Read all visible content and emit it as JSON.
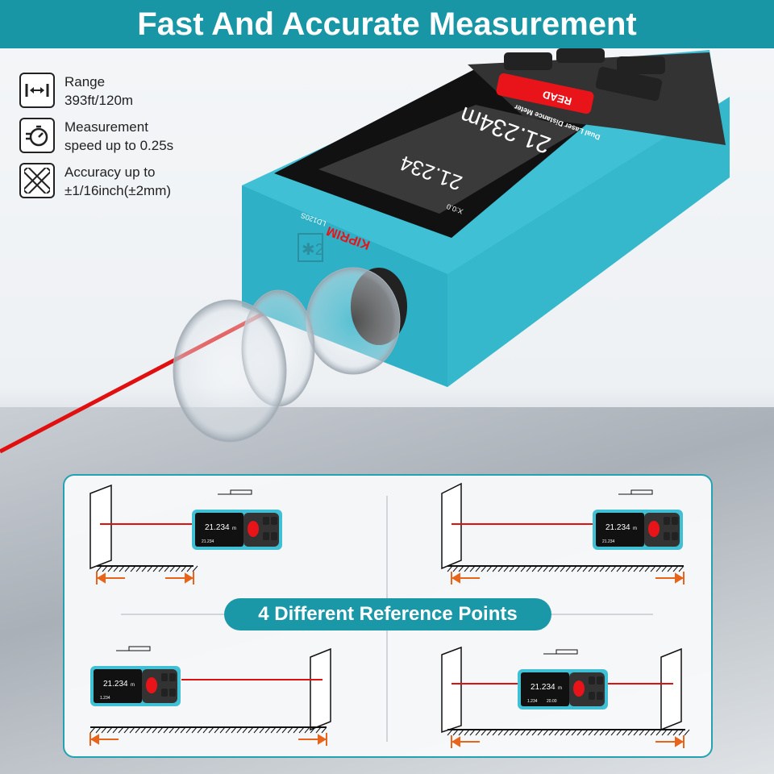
{
  "header": {
    "title": "Fast And Accurate Measurement"
  },
  "features": [
    {
      "icon": "range-arrows-icon",
      "line1": "Range",
      "line2": "393ft/120m"
    },
    {
      "icon": "stopwatch-icon",
      "line1": "Measurement",
      "line2": "speed up to 0.25s"
    },
    {
      "icon": "ruler-pencil-icon",
      "line1": "Accuracy up to",
      "line2": "±1/16inch(±2mm)"
    }
  ],
  "device": {
    "brand": "KIPRIM",
    "model": "LD120S",
    "subtitle": "Dual Laser Distance Meter",
    "main_reading": "21.234m",
    "sub_reading": "21.234",
    "read_button": "READ",
    "angle": "X:0.0",
    "lens_label": "✱2",
    "colors": {
      "body": "#3fc0d4",
      "laser": "#e01010",
      "button": "#e8141a"
    }
  },
  "reference": {
    "label": "4 Different Reference Points",
    "diagrams": [
      {
        "reading": "21.234",
        "unit": "m",
        "sub": "21.234",
        "sub2": ""
      },
      {
        "reading": "21.234",
        "unit": "m",
        "sub": "21.234",
        "sub2": ""
      },
      {
        "reading": "21.234",
        "unit": "m",
        "sub": "1.234",
        "sub2": ""
      },
      {
        "reading": "21.234",
        "unit": "m",
        "sub": "1.234",
        "sub2": "20.00"
      }
    ]
  }
}
